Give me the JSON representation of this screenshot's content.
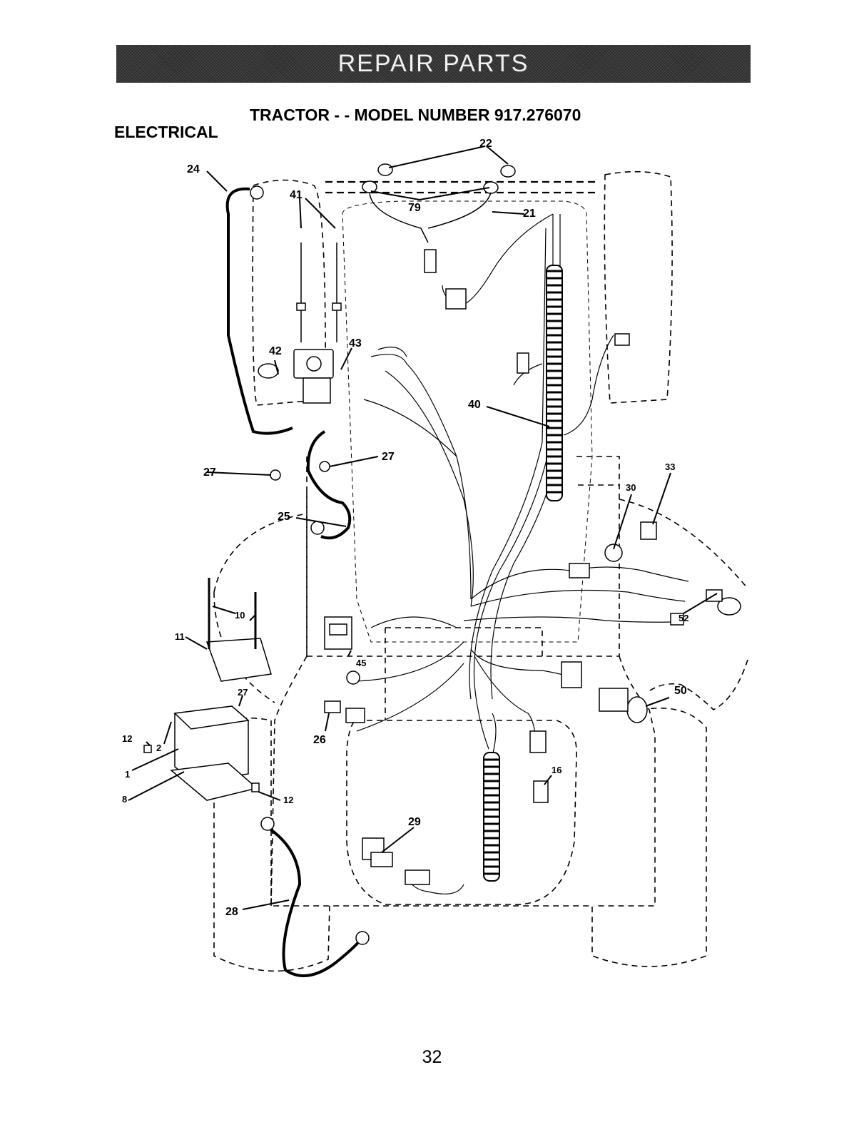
{
  "banner": {
    "text": "REPAIR PARTS"
  },
  "title": "TRACTOR - - MODEL NUMBER 917.276070",
  "section": "ELECTRICAL",
  "callouts": {
    "c1": "1",
    "c2": "2",
    "c8": "8",
    "c10": "10",
    "c11": "11",
    "c12a": "12",
    "c12b": "12",
    "c16": "16",
    "c21": "21",
    "c22": "22",
    "c24": "24",
    "c25": "25",
    "c26": "26",
    "c27a": "27",
    "c27b": "27",
    "c27c": "27",
    "c28": "28",
    "c29": "29",
    "c30": "30",
    "c33": "33",
    "c40": "40",
    "c41": "41",
    "c42": "42",
    "c43": "43",
    "c45": "45",
    "c50": "50",
    "c52": "52",
    "c79": "79"
  },
  "page_number": "32"
}
